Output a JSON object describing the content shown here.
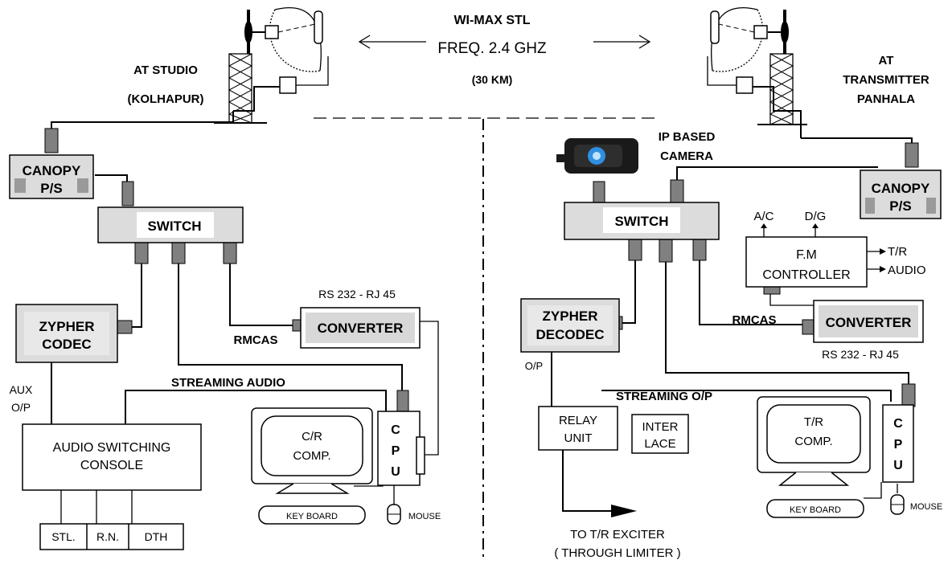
{
  "link": {
    "title": "WI-MAX STL",
    "frequency": "FREQ. 2.4 GHZ",
    "distance": "(30  KM)"
  },
  "studio": {
    "site_line1": "AT STUDIO",
    "site_line2": "(KOLHAPUR)",
    "canopy_line1": "CANOPY",
    "canopy_line2": "P/S",
    "switch": "SWITCH",
    "codec_line1": "ZYPHER",
    "codec_line2": "CODEC",
    "converter": "CONVERTER",
    "converter_note": "RS 232 - RJ 45",
    "rmcas": "RMCAS",
    "streaming": "STREAMING   AUDIO",
    "aux_line1": "AUX",
    "aux_line2": "O/P",
    "console_line1": "AUDIO SWITCHING",
    "console_line2": "CONSOLE",
    "outputs": [
      "STL.",
      "R.N.",
      "DTH"
    ],
    "comp_line1": "C/R",
    "comp_line2": "COMP.",
    "cpu": [
      "C",
      "P",
      "U"
    ],
    "keyboard": "KEY BOARD",
    "mouse": "MOUSE"
  },
  "transmitter": {
    "site_line1": "AT",
    "site_line2": "TRANSMITTER",
    "site_line3": "PANHALA",
    "camera_line1": "IP BASED",
    "camera_line2": "CAMERA",
    "canopy_line1": "CANOPY",
    "canopy_line2": "P/S",
    "switch": "SWITCH",
    "ac": "A/C",
    "dg": "D/G",
    "fm_line1": "F.M",
    "fm_line2": "CONTROLLER",
    "tr": "T/R",
    "audio": "AUDIO",
    "rmcas": "RMCAS",
    "converter": "CONVERTER",
    "converter_note": "RS 232 - RJ 45",
    "decodec_line1": "ZYPHER",
    "decodec_line2": "DECODEC",
    "op": "O/P",
    "streaming": "STREAMING O/P",
    "relay_line1": "RELAY",
    "relay_line2": "UNIT",
    "inter_line1": "INTER",
    "inter_line2": "LACE",
    "comp_line1": "T/R",
    "comp_line2": "COMP.",
    "cpu": [
      "C",
      "P",
      "U"
    ],
    "keyboard": "KEY BOARD",
    "mouse": "MOUSE",
    "exciter_line1": "TO T/R EXCITER",
    "exciter_line2": "( THROUGH   LIMITER )"
  }
}
